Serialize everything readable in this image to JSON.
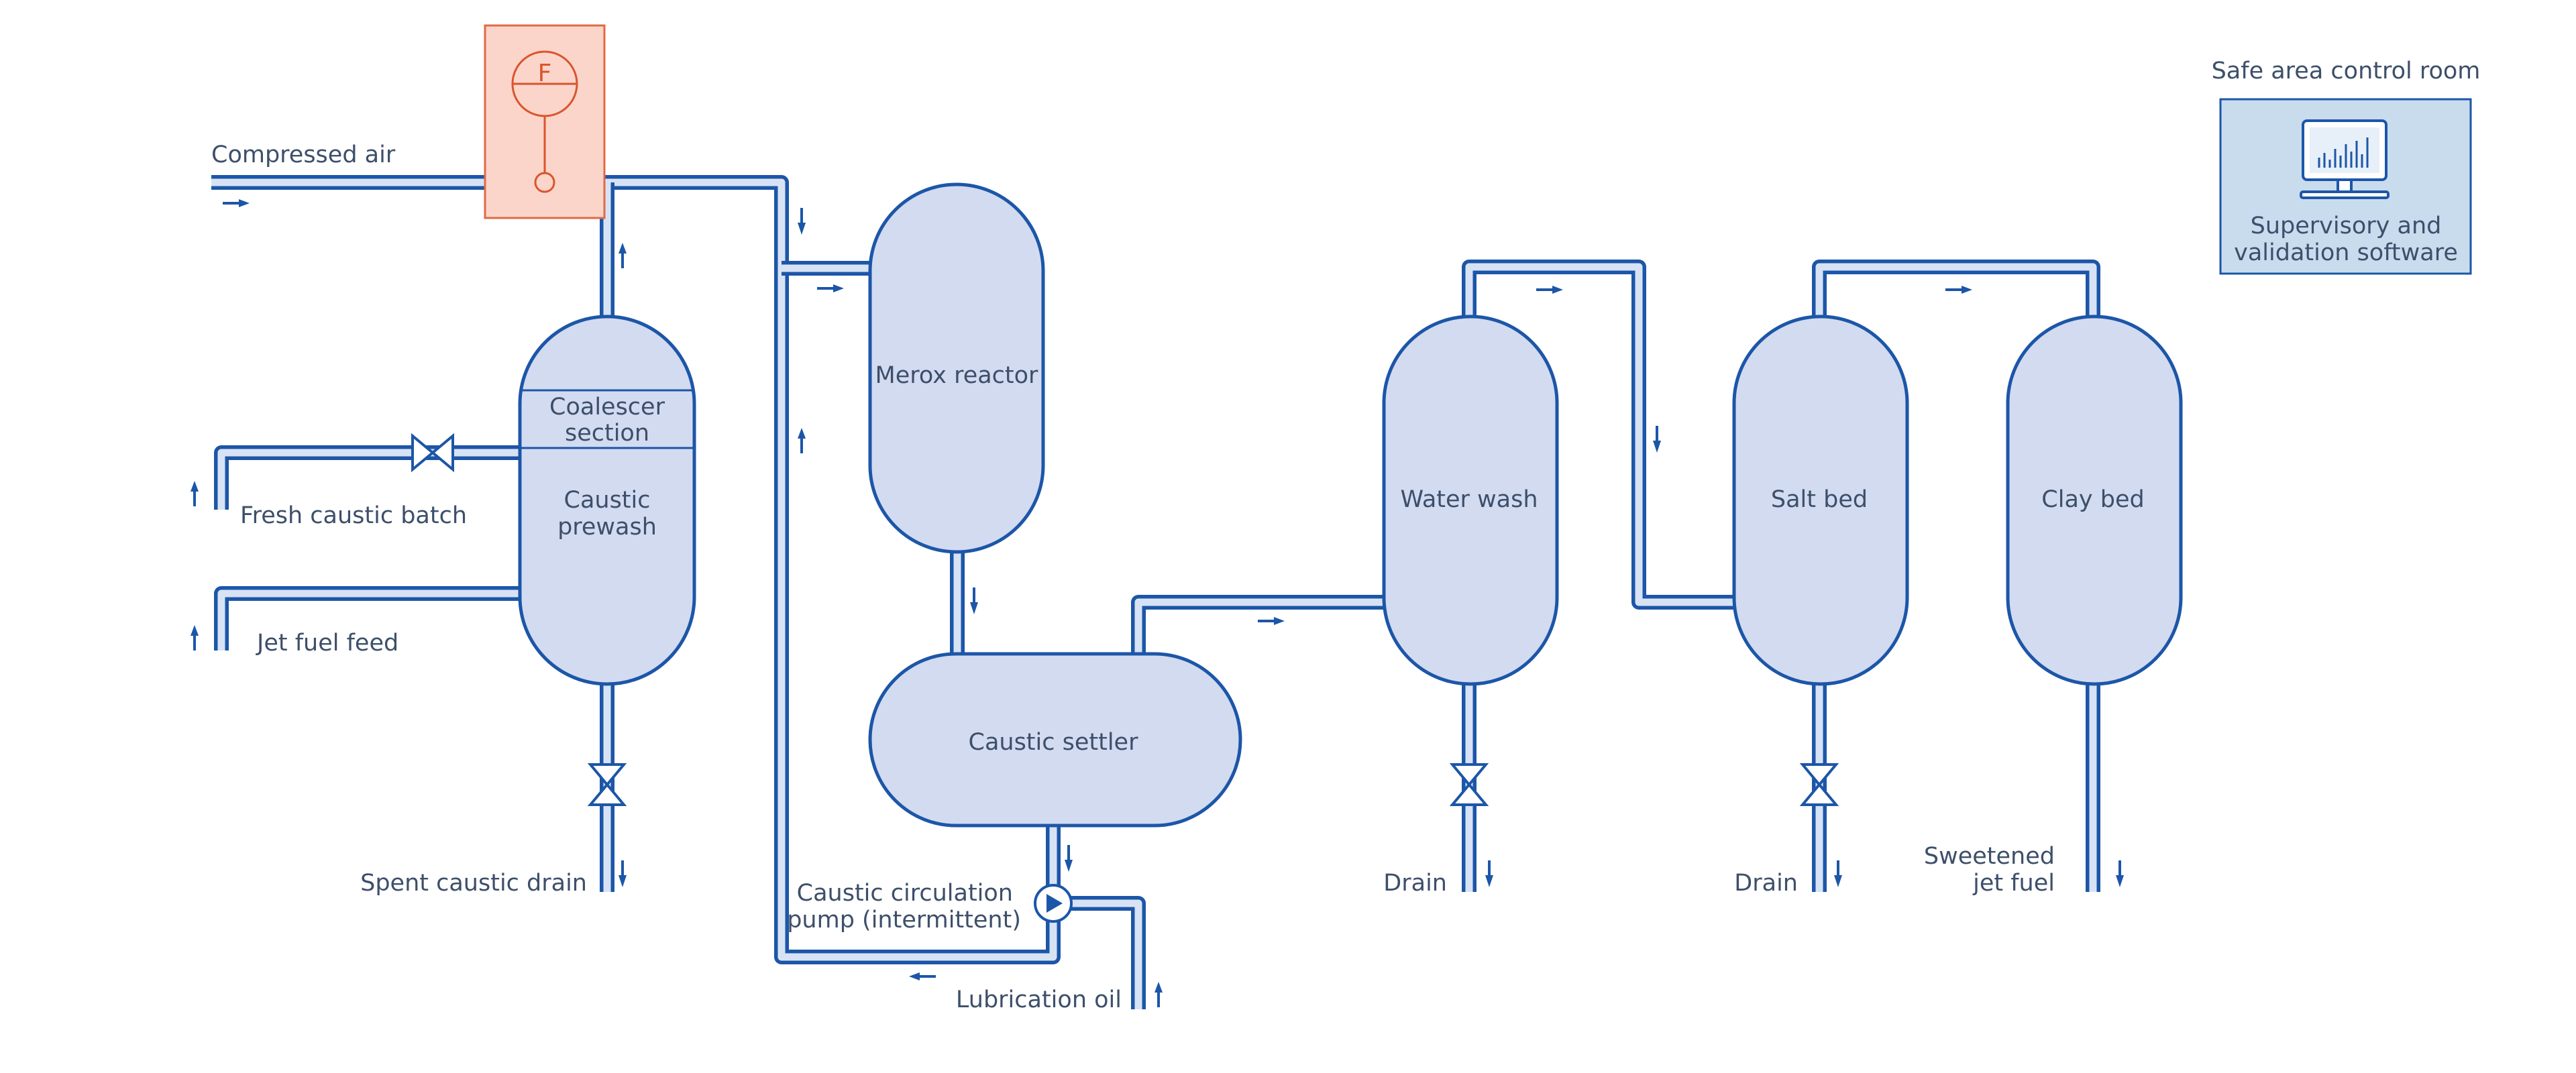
{
  "labels": {
    "compressed_air": "Compressed air",
    "fresh_caustic_batch": "Fresh caustic batch",
    "jet_fuel_feed": "Jet fuel feed",
    "coalescer_section_1": "Coalescer",
    "coalescer_section_2": "section",
    "caustic_prewash_1": "Caustic",
    "caustic_prewash_2": "prewash",
    "spent_caustic_drain": "Spent caustic drain",
    "merox_reactor": "Merox reactor",
    "caustic_settler": "Caustic settler",
    "pump_1": "Caustic circulation",
    "pump_2": "pump (intermittent)",
    "lubrication_oil": "Lubrication oil",
    "water_wash": "Water wash",
    "salt_bed": "Salt bed",
    "clay_bed": "Clay bed",
    "drain_water_wash": "Drain",
    "drain_salt_bed": "Drain",
    "sweetened_1": "Sweetened",
    "sweetened_2": "jet fuel",
    "control_room_title": "Safe area control room",
    "software_1": "Supervisory and",
    "software_2": "validation software"
  },
  "instrument": {
    "symbol": "F"
  },
  "colors": {
    "line": "#1c56a8",
    "vessel_fill": "#d3dbf0",
    "instrument": "#d9552d",
    "instrument_fill": "#fbd5ca",
    "control_fill": "#c9dcee",
    "text": "#3d4f6a"
  },
  "icons": {
    "valve": "gate-valve-icon",
    "pump": "pump-icon",
    "instrument": "flow-meter-icon",
    "monitor": "monitor-chart-icon",
    "flow": "flow-arrow-icon"
  }
}
